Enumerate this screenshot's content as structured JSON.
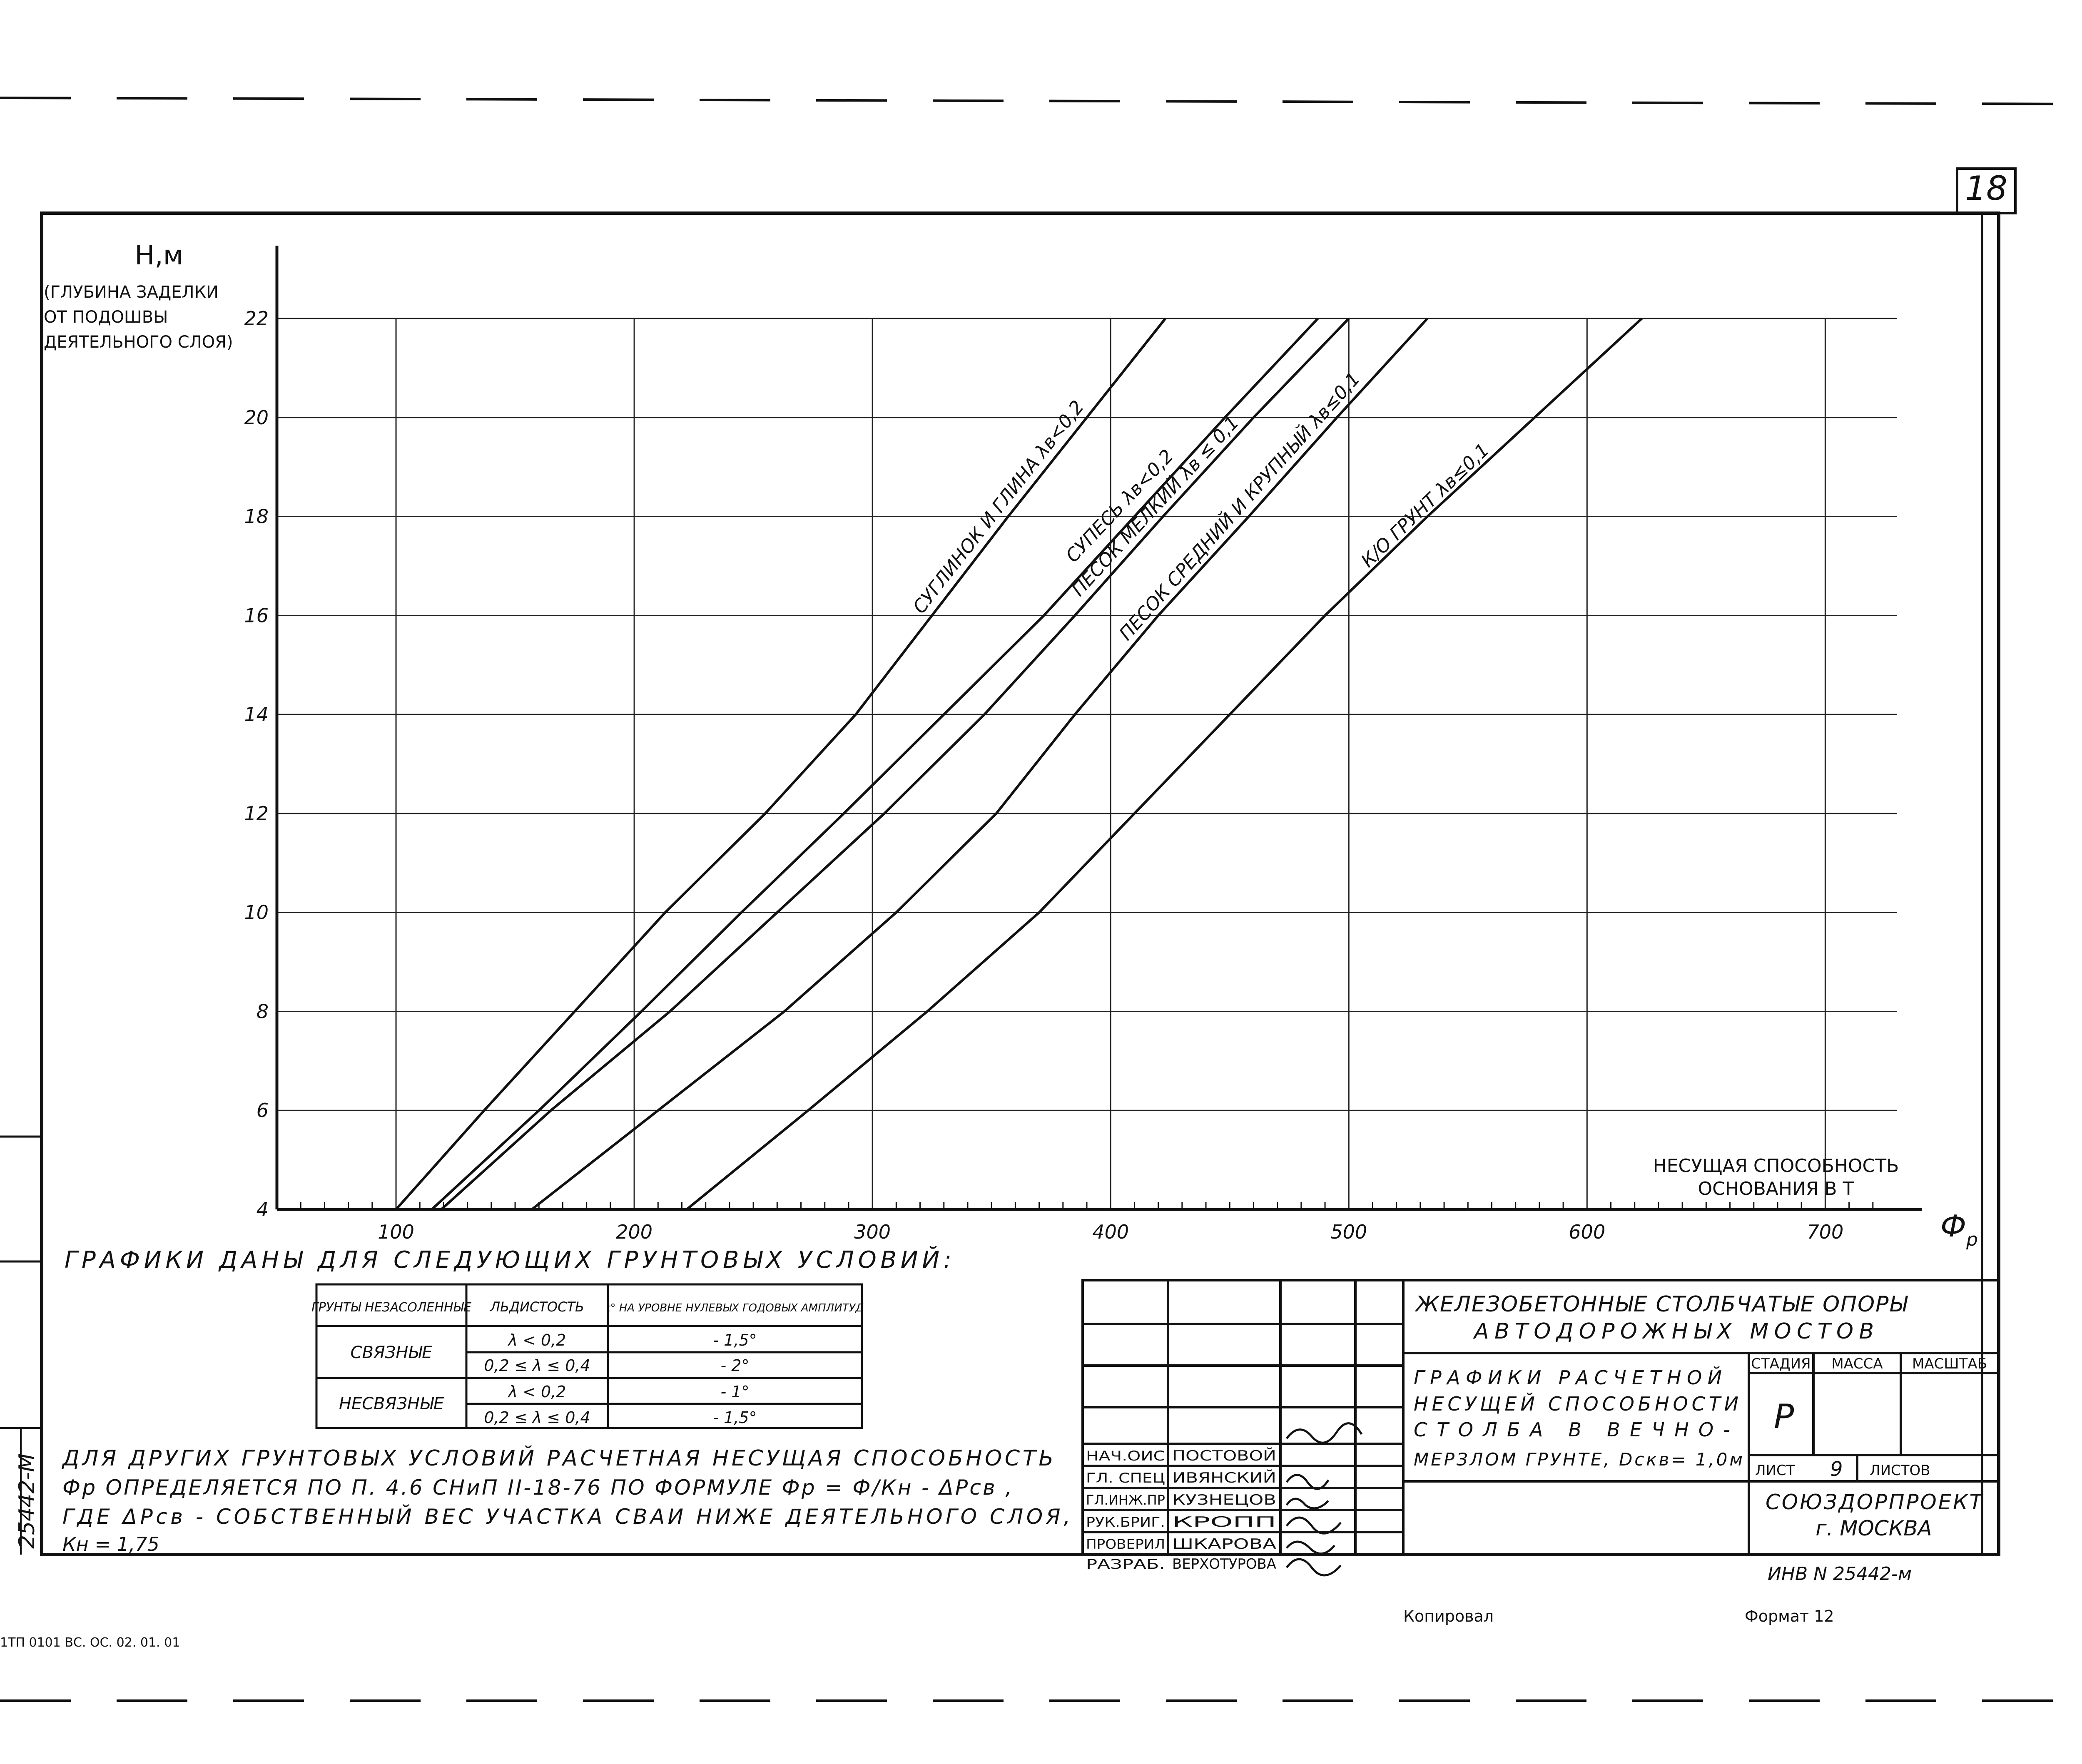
{
  "sheet_number": "18",
  "chart_data": {
    "type": "line",
    "ylabel_lines": [
      "H,м",
      "(ГЛУБИНА ЗАДЕЛКИ",
      "ОТ ПОДОШВЫ",
      "ДЕЯТЕЛЬНОГО СЛОЯ)"
    ],
    "xlabel_lines": [
      "НЕСУЩАЯ СПОСОБНОСТЬ",
      "ОСНОВАНИЯ В Т"
    ],
    "x_symbol": "Ф",
    "x_symbol_sub": "р",
    "xlim": [
      50,
      730
    ],
    "ylim": [
      4,
      22
    ],
    "x_ticks": [
      100,
      200,
      300,
      400,
      500,
      600,
      700
    ],
    "y_ticks": [
      4,
      6,
      8,
      10,
      12,
      14,
      16,
      18,
      20,
      22
    ],
    "x_tick_labels": [
      "100",
      "200",
      "300",
      "400",
      "500",
      "600",
      "700"
    ],
    "y_tick_labels": [
      "4",
      "6",
      "8",
      "10",
      "12",
      "14",
      "16",
      "18",
      "20",
      "22"
    ],
    "grid": true,
    "series": [
      {
        "name": "СУГЛИНОК И ГЛИНА λв<0,2",
        "points": [
          [
            100,
            4
          ],
          [
            137,
            6
          ],
          [
            175,
            8
          ],
          [
            213,
            10
          ],
          [
            255,
            12
          ],
          [
            293,
            14
          ],
          [
            325,
            16
          ],
          [
            357,
            18
          ],
          [
            390,
            20
          ],
          [
            423,
            22
          ]
        ]
      },
      {
        "name": "СУПЕСЬ λв<0,2",
        "points": [
          [
            115,
            4
          ],
          [
            160,
            6
          ],
          [
            203,
            8
          ],
          [
            245,
            10
          ],
          [
            288,
            12
          ],
          [
            330,
            14
          ],
          [
            372,
            16
          ],
          [
            410,
            18
          ],
          [
            448,
            20
          ],
          [
            487,
            22
          ]
        ]
      },
      {
        "name": "ПЕСОК МЕЛКИЙ λв ≤ 0,1",
        "points": [
          [
            119,
            4
          ],
          [
            165,
            6
          ],
          [
            215,
            8
          ],
          [
            260,
            10
          ],
          [
            305,
            12
          ],
          [
            347,
            14
          ],
          [
            385,
            16
          ],
          [
            422,
            18
          ],
          [
            460,
            20
          ],
          [
            500,
            22
          ]
        ]
      },
      {
        "name": "ПЕСОК СРЕДНИЙ И КРУПНЫЙ λв≤0,1",
        "points": [
          [
            157,
            4
          ],
          [
            210,
            6
          ],
          [
            263,
            8
          ],
          [
            310,
            10
          ],
          [
            352,
            12
          ],
          [
            385,
            14
          ],
          [
            420,
            16
          ],
          [
            458,
            18
          ],
          [
            495,
            20
          ],
          [
            533,
            22
          ]
        ]
      },
      {
        "name": "К/О ГРУНТ λв≤0,1",
        "points": [
          [
            222,
            4
          ],
          [
            273,
            6
          ],
          [
            323,
            8
          ],
          [
            370,
            10
          ],
          [
            410,
            12
          ],
          [
            450,
            14
          ],
          [
            490,
            16
          ],
          [
            533,
            18
          ],
          [
            578,
            20
          ],
          [
            623,
            22
          ]
        ]
      }
    ]
  },
  "conditions": {
    "title": "ГРАФИКИ ДАНЫ ДЛЯ СЛЕДУЮЩИХ ГРУНТОВЫХ УСЛОВИЙ:",
    "headers": [
      "ГРУНТЫ НЕЗАСОЛЕННЫЕ",
      "ЛЬДИСТОСТЬ",
      "t° НА УРОВНЕ НУЛЕВЫХ ГОДОВЫХ АМПЛИТУД"
    ],
    "groups": [
      {
        "soil": "СВЯЗНЫЕ",
        "rows": [
          [
            "λ < 0,2",
            "- 1,5°"
          ],
          [
            "0,2 ≤ λ ≤ 0,4",
            "- 2°"
          ]
        ]
      },
      {
        "soil": "НЕСВЯЗНЫЕ",
        "rows": [
          [
            "λ < 0,2",
            "- 1°"
          ],
          [
            "0,2 ≤ λ ≤ 0,4",
            "- 1,5°"
          ]
        ]
      }
    ]
  },
  "note_lines": [
    "ДЛЯ ДРУГИХ ГРУНТОВЫХ УСЛОВИЙ РАСЧЕТНАЯ НЕСУЩАЯ СПОСОБНОСТЬ",
    "Фр ОПРЕДЕЛЯЕТСЯ ПО П. 4.6 СНиП II-18-76 ПО ФОРМУЛЕ Фр = Ф/Кн - ΔPсв ,",
    "ГДЕ ΔPсв - СОБСТВЕННЫЙ ВЕС УЧАСТКА СВАИ НИЖЕ ДЕЯТЕЛЬНОГО СЛОЯ,",
    "Кн = 1,75"
  ],
  "title_block": {
    "project_lines": [
      "ЖЕЛЕЗОБЕТОННЫЕ СТОЛБЧАТЫЕ ОПОРЫ",
      "АВТОДОРОЖНЫХ МОСТОВ"
    ],
    "sheet_title_lines": [
      "ГРАФИКИ РАСЧЕТНОЙ",
      "НЕСУЩЕЙ СПОСОБНОСТИ",
      "СТОЛБА В ВЕЧНО-",
      "МЕРЗЛОМ ГРУНТЕ, Dскв= 1,0м"
    ],
    "stage_header": "СТАДИЯ",
    "mass_header": "МАССА",
    "scale_header": "МАСШТАБ",
    "stage_value": "Р",
    "sheet_label": "ЛИСТ",
    "sheet_value": "9",
    "sheets_label": "ЛИСТОВ",
    "org_lines": [
      "СОЮЗДОРПРОЕКТ",
      "г. МОСКВА"
    ],
    "staff": [
      {
        "role": "НАЧ.ОИС",
        "name": "ПОСТОВОЙ"
      },
      {
        "role": "ГЛ. СПЕЦ",
        "name": "ИВЯНСКИЙ"
      },
      {
        "role": "ГЛ.ИНЖ.ПР",
        "name": "КУЗНЕЦОВ"
      },
      {
        "role": "РУК.БРИГ.",
        "name": "КРОПП"
      },
      {
        "role": "ПРОВЕРИЛ",
        "name": "ШКАРОВА"
      },
      {
        "role": "РАЗРАБ.",
        "name": "ВЕРХОТУРОВА"
      }
    ]
  },
  "inventory": "ИНВ N 25442-м",
  "side_stamp": "25442-М",
  "footer": {
    "copied": "Копировал",
    "format": "Формат 12",
    "doc_code": "1ТП 0101 ВС. ОС. 02. 01. 01"
  }
}
